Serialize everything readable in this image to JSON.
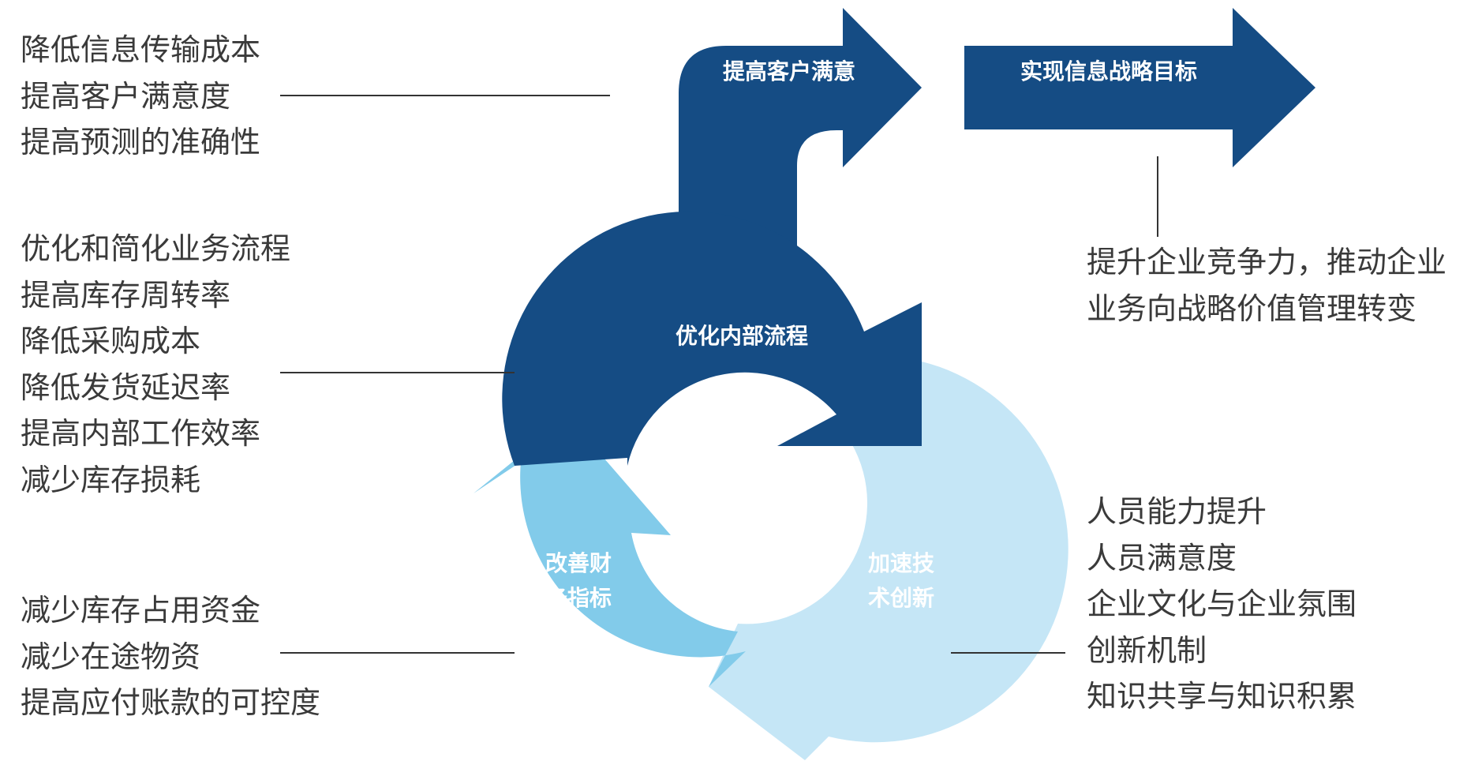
{
  "colors": {
    "dark_blue": "#154c84",
    "medium_blue": "#82cbea",
    "light_blue": "#c5e6f6",
    "text": "#3a3a3a",
    "line": "#333333"
  },
  "arrows": {
    "customer": "提高客户满意",
    "strategy": "实现信息战略目标"
  },
  "cycle": {
    "internal": "优化内部流程",
    "finance_line1": "改善财",
    "finance_line2": "务指标",
    "tech_line1": "加速技",
    "tech_line2": "术创新"
  },
  "groups": {
    "customer": [
      "降低信息传输成本",
      "提高客户满意度",
      "提高预测的准确性"
    ],
    "internal": [
      "优化和简化业务流程",
      "提高库存周转率",
      "降低采购成本",
      "降低发货延迟率",
      "提高内部工作效率",
      "减少库存损耗"
    ],
    "finance": [
      "减少库存占用资金",
      "减少在途物资",
      "提高应付账款的可控度"
    ],
    "strategy": [
      "提升企业竞争力，推动企业",
      "业务向战略价值管理转变"
    ],
    "tech": [
      "人员能力提升",
      "人员满意度",
      "企业文化与企业氛围",
      "创新机制",
      "知识共享与知识积累"
    ]
  }
}
